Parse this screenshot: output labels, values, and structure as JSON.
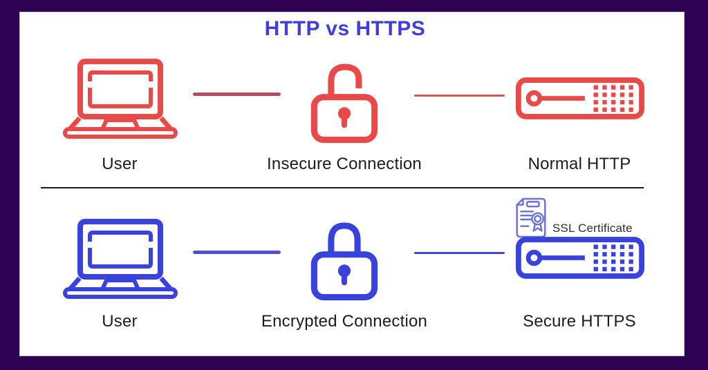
{
  "title": "HTTP vs HTTPS",
  "colors": {
    "frame": "#2e0152",
    "panel": "#ffffff",
    "red": "#e84a4a",
    "red-line-thick": "#b44b5e",
    "red-line-thin": "#e05050",
    "blue": "#3a42de",
    "blue-line-thick": "#5150cf",
    "blue-line-thin": "#4146cf",
    "title-blue": "#403dd8",
    "label": "#1c1c1e",
    "cert": "#6e74d4",
    "cert-label": "#2d2d2d",
    "divider": "#1a1a1a"
  },
  "rows": {
    "http": {
      "user": "User",
      "connection": "Insecure Connection",
      "server": "Normal HTTP"
    },
    "https": {
      "user": "User",
      "connection": "Encrypted Connection",
      "server": "Secure HTTPS",
      "certificate": "SSL Certificate"
    }
  }
}
